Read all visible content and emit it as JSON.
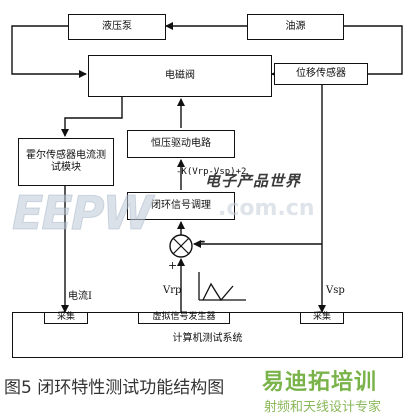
{
  "blocks": {
    "hydraulic_pump": "液压泵",
    "oil_source": "油源",
    "solenoid_valve": "电磁阀",
    "displacement_sensor": "位移传感器",
    "constant_voltage_driver": "恒压驱动电路",
    "hall_sensor_module": "霍尔传感器电流测试模块",
    "closed_loop_conditioner": "闭环信号调理",
    "computer_test_system": "计算机测试系统",
    "acquire_left": "采集",
    "virtual_signal_generator": "虚拟信号发生器",
    "acquire_right": "采集"
  },
  "labels": {
    "formula": "-K(Vrp-Vsp)+2",
    "plus": "+",
    "minus": "-",
    "current": "电流I",
    "vrp": "Vrp",
    "vsp": "Vsp"
  },
  "watermark": {
    "tagline": "电子产品世界",
    "logo": "EEPW",
    "domain": ".com.cn"
  },
  "caption": "图5   闭环特性测试功能结构图",
  "brand": {
    "name": "易迪拓培训",
    "subtitle": "射频和天线设计专家"
  }
}
